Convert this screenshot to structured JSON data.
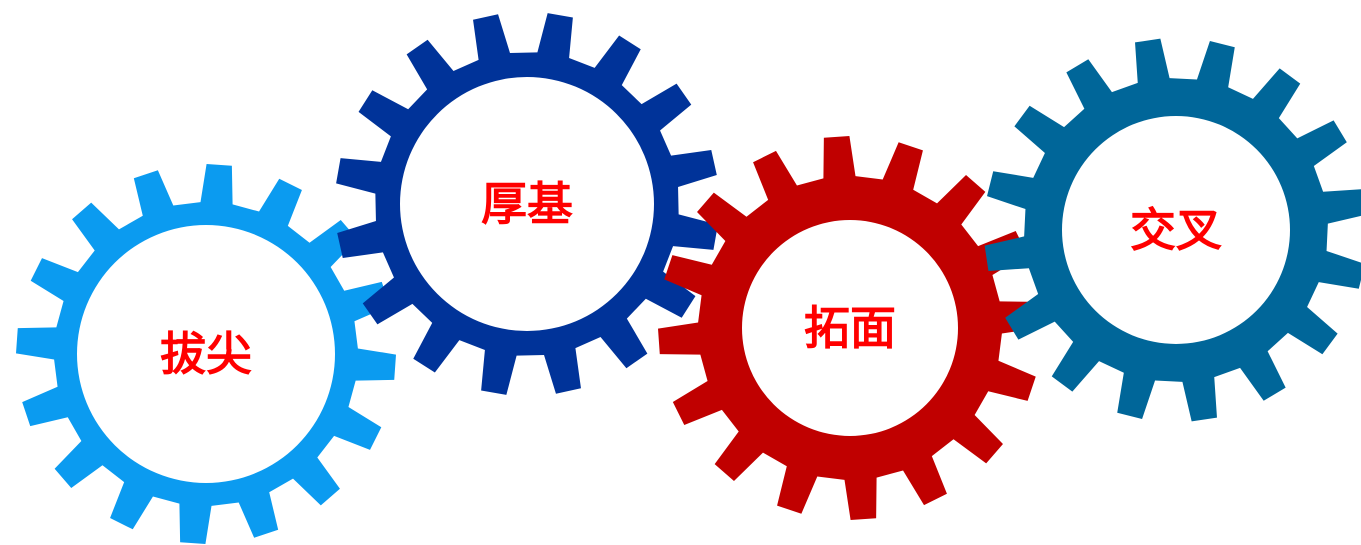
{
  "gears": [
    {
      "id": "gear-1",
      "label": "拔尖",
      "gear_color": "#0B9BF0",
      "label_color": "#FF0000",
      "teeth": 16
    },
    {
      "id": "gear-2",
      "label": "厚基",
      "gear_color": "#003399",
      "label_color": "#FF0000",
      "teeth": 16
    },
    {
      "id": "gear-3",
      "label": "拓面",
      "gear_color": "#C00000",
      "label_color": "#FF0000",
      "teeth": 16
    },
    {
      "id": "gear-4",
      "label": "交叉",
      "gear_color": "#006699",
      "label_color": "#FF0000",
      "teeth": 16
    }
  ]
}
